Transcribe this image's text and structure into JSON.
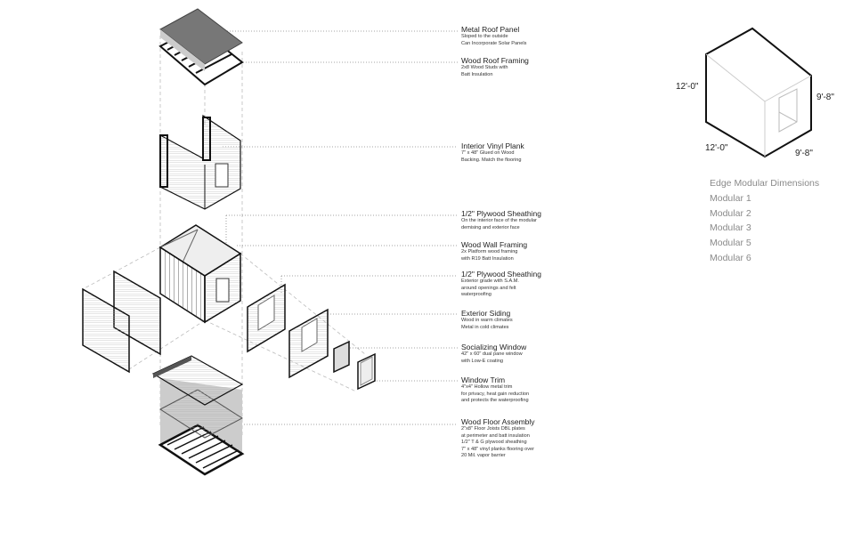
{
  "components": [
    {
      "title": "Metal Roof Panel",
      "desc": [
        "Sloped to the outside",
        "Can Incorporate Solar Panels"
      ]
    },
    {
      "title": "Wood Roof Framing",
      "desc": [
        "2x8 Wood Studs with",
        "Batt Insulation"
      ]
    },
    {
      "title": "Interior Vinyl Plank",
      "desc": [
        "7\" x 48\" Glued on Wood",
        "Backing. Match the flooring"
      ]
    },
    {
      "title": "1/2\" Plywood Sheathing",
      "desc": [
        "On the interior face of the modular",
        "demising and exterior face"
      ]
    },
    {
      "title": "Wood Wall Framing",
      "desc": [
        "2x Platform wood framing",
        "with R19 Batt Insulation"
      ]
    },
    {
      "title": "1/2\" Plywood Sheathing",
      "desc": [
        "Exterior grade with S.A.M.",
        "around openings and felt",
        "waterproofing"
      ]
    },
    {
      "title": "Exterior Siding",
      "desc": [
        "Wood in warm climates",
        "Metal in cold climates"
      ]
    },
    {
      "title": "Socializing Window",
      "desc": [
        "42\" x 60\" dual pane window",
        "with Low-E coating"
      ]
    },
    {
      "title": "Window Trim",
      "desc": [
        "4\"x4\" Hollow metal trim",
        "for privacy, heat gain reduction",
        "and protects the waterproofing"
      ]
    },
    {
      "title": "Wood Floor Assembly",
      "desc": [
        "2\"x8\" Floor Joists DBL plates",
        "at perimeter and batt insulation",
        "1/2\" T & G plywood sheathing",
        "7\" x 48\" vinyl planks flooring over",
        "20 Mil. vapor barrier"
      ]
    }
  ],
  "dimensions": {
    "height_left": "12'-0\"",
    "height_right": "9'-8\"",
    "base_left": "12'-0\"",
    "base_right": "9'-8\""
  },
  "legend": {
    "title": "Edge Modular Dimensions",
    "items": [
      "Modular 1",
      "Modular 2",
      "Modular 3",
      "Modular 5",
      "Modular 6"
    ]
  }
}
